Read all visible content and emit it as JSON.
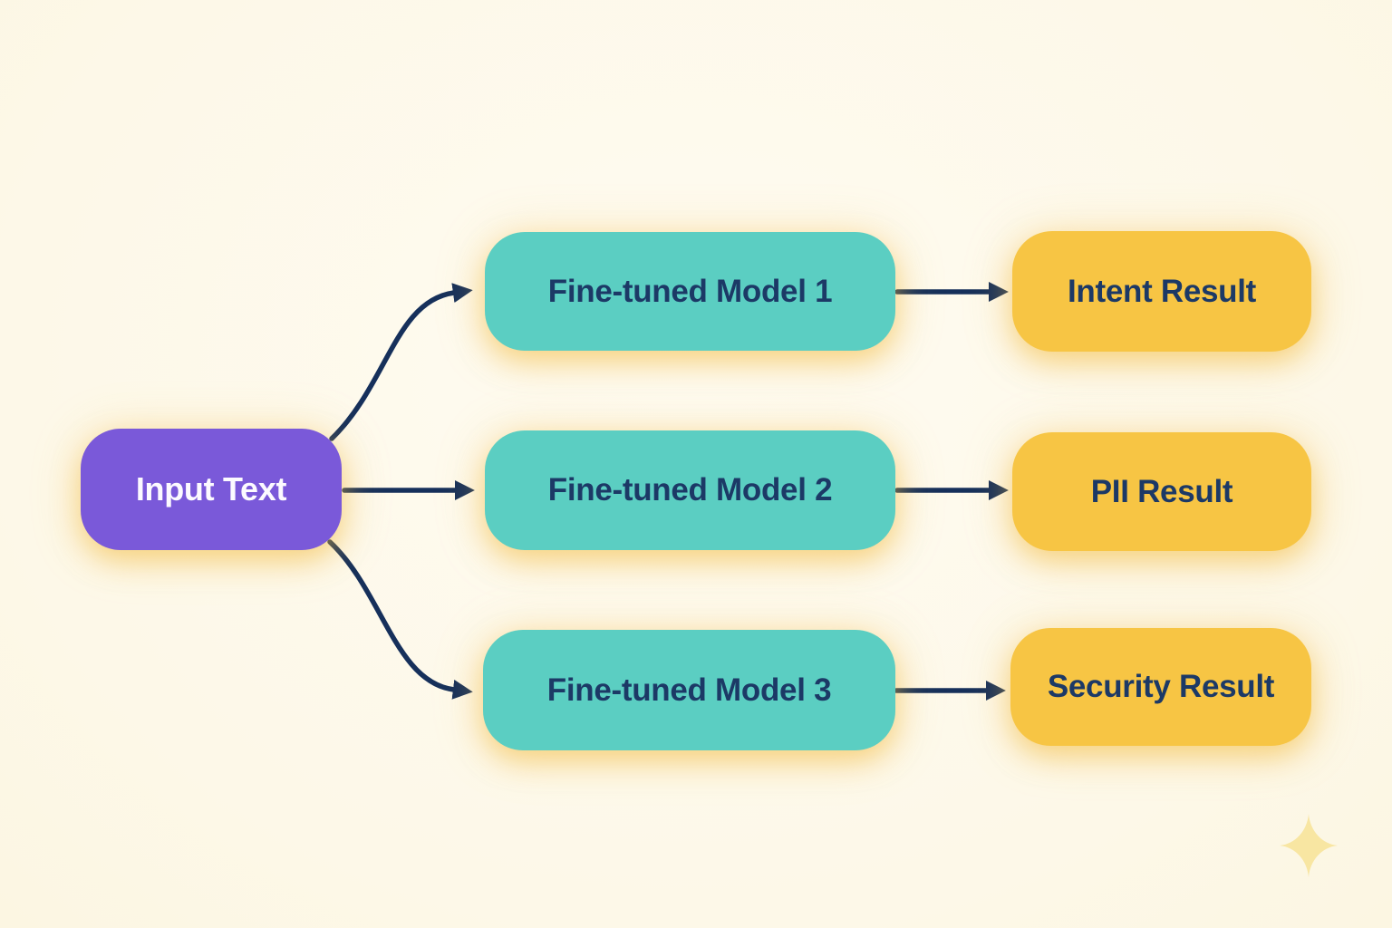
{
  "diagram": {
    "title": "Fine-tuned model fan-out diagram",
    "nodes": {
      "input": {
        "label": "Input Text",
        "role": "source",
        "color": "#7A59D9",
        "text_color": "#FCFAFF"
      },
      "model1": {
        "label": "Fine-tuned Model 1",
        "role": "processor",
        "color": "#5BCEC2",
        "text_color": "#1C3966"
      },
      "model2": {
        "label": "Fine-tuned Model 2",
        "role": "processor",
        "color": "#5BCEC2",
        "text_color": "#1C3966"
      },
      "model3": {
        "label": "Fine-tuned Model 3",
        "role": "processor",
        "color": "#5BCEC2",
        "text_color": "#1C3966"
      },
      "intent": {
        "label": "Intent Result",
        "role": "output",
        "color": "#F7C544",
        "text_color": "#1C3966"
      },
      "pii": {
        "label": "PII Result",
        "role": "output",
        "color": "#F7C544",
        "text_color": "#1C3966"
      },
      "security": {
        "label": "Security Result",
        "role": "output",
        "color": "#F7C544",
        "text_color": "#1C3966"
      }
    },
    "edges": [
      {
        "from": "input",
        "to": "model1",
        "style": "curved"
      },
      {
        "from": "input",
        "to": "model2",
        "style": "straight"
      },
      {
        "from": "input",
        "to": "model3",
        "style": "curved"
      },
      {
        "from": "model1",
        "to": "intent",
        "style": "straight"
      },
      {
        "from": "model2",
        "to": "pii",
        "style": "straight"
      },
      {
        "from": "model3",
        "to": "security",
        "style": "straight"
      }
    ],
    "colors": {
      "background": "#FDF9EC",
      "arrow": "#16305B",
      "sparkle": "#F8E6A2"
    },
    "icons": {
      "sparkle": "four-point-star"
    }
  }
}
